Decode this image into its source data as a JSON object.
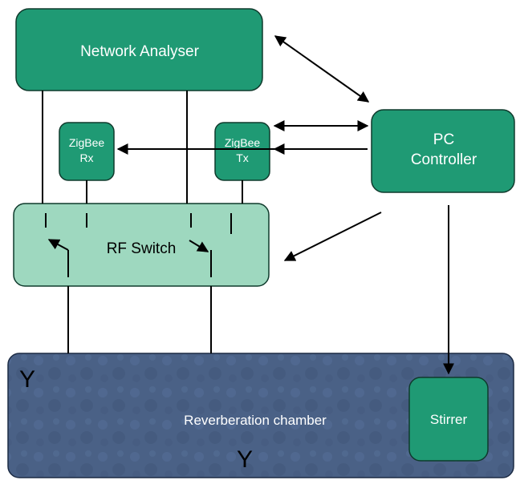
{
  "blocks": {
    "network_analyser": "Network Analyser",
    "zigbee_rx": [
      "ZigBee",
      "Rx"
    ],
    "zigbee_tx": [
      "ZigBee",
      "Tx"
    ],
    "pc_controller": [
      "PC",
      "Controller"
    ],
    "rf_switch": "RF Switch",
    "chamber": "Reverberation chamber",
    "stirrer": "Stirrer",
    "antenna_symbol": "Y"
  },
  "colors": {
    "green": "#1f9a74",
    "light_green": "#9ed8bf",
    "chamber": "#4a6186",
    "line": "#000000"
  }
}
